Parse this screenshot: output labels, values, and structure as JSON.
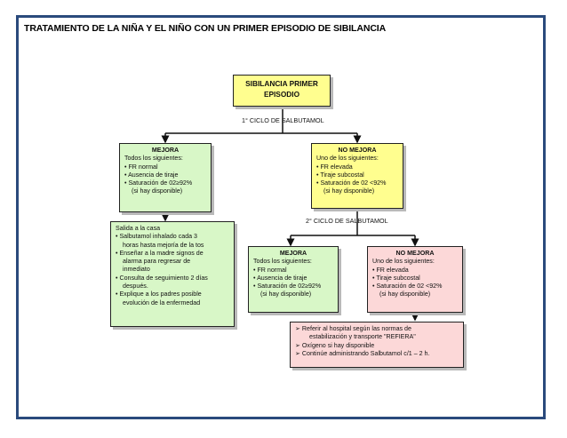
{
  "title": "TRATAMIENTO DE LA NIÑA Y EL NIÑO CON UN PRIMER EPISODIO DE SIBILANCIA",
  "colors": {
    "border": "#2a4a7c",
    "yellow": "#fffe8f",
    "green": "#d8f7c7",
    "pink": "#fcd8d8"
  },
  "start": {
    "line1": "SIBILANCIA PRIMER",
    "line2": "EPISODIO"
  },
  "cycle1_label": "1° CICLO DE SALBUTAMOL",
  "cycle2_label": "2° CICLO DE SALBUTAMOL",
  "mejora1": {
    "header": "MEJORA",
    "lines": [
      "Todos los siguientes:",
      "• FR normal",
      "• Ausencia de tiraje",
      "• Saturación de 02≥92%",
      "(si hay disponible)"
    ]
  },
  "no_mejora1": {
    "header": "NO MEJORA",
    "lines": [
      "Uno de los siguientes:",
      "• FR elevada",
      "• Tiraje subcostal",
      "• Saturación de 02 <92%",
      "(si hay disponible)"
    ]
  },
  "salida": {
    "lines": [
      "Salida a la casa",
      "• Salbutamol inhalado cada 3",
      "horas hasta mejoría de la tos",
      "• Enseñar a la madre signos de",
      "alarma para regresar de",
      "inmediato",
      "• Consulta de seguimiento 2 días",
      "después.",
      "• Explique a los padres posible",
      "evolución de la enfermedad"
    ]
  },
  "mejora2": {
    "header": "MEJORA",
    "lines": [
      "Todos los siguientes:",
      "• FR normal",
      "• Ausencia de tiraje",
      "• Saturación de 02≥92%",
      "(si hay disponible)"
    ]
  },
  "no_mejora2": {
    "header": "NO MEJORA",
    "lines": [
      "Uno de los siguientes:",
      "• FR elevada",
      "• Tiraje subcostal",
      "• Saturación de 02 <92%",
      "(si hay disponible)"
    ]
  },
  "refiera": {
    "lines": [
      "➢  Referir al hospital según las normas de",
      "estabilización y transporte \"REFIERA\"",
      "➢  Oxígeno si hay disponible",
      "➢  Continúe administrando Salbutamol c/1 – 2 h."
    ]
  }
}
